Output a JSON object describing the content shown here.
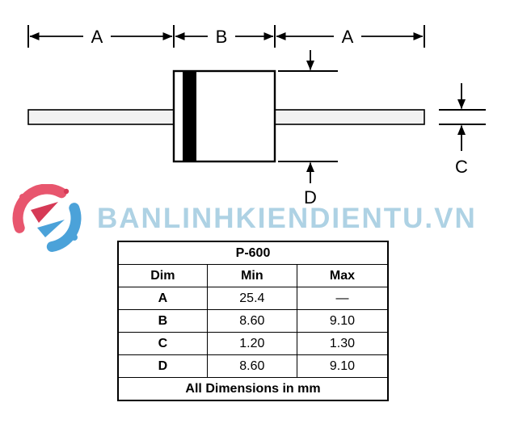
{
  "diagram": {
    "labels": {
      "lead_left": "A",
      "body_length": "B",
      "lead_right": "A",
      "lead_diameter": "C",
      "body_diameter": "D"
    }
  },
  "watermark": {
    "text": "BANLINHKIENDIENTU.VN"
  },
  "colors": {
    "watermark_text": "#aed2e4",
    "logo_red": "#e8566e",
    "logo_dark_red": "#d63a56",
    "logo_blue": "#4ba2d9",
    "diagram_ink": "#000000"
  },
  "table": {
    "title": "P-600",
    "headers": [
      "Dim",
      "Min",
      "Max"
    ],
    "rows": [
      {
        "dim": "A",
        "min": "25.4",
        "max": "—"
      },
      {
        "dim": "B",
        "min": "8.60",
        "max": "9.10"
      },
      {
        "dim": "C",
        "min": "1.20",
        "max": "1.30"
      },
      {
        "dim": "D",
        "min": "8.60",
        "max": "9.10"
      }
    ],
    "footer": "All Dimensions in mm"
  }
}
